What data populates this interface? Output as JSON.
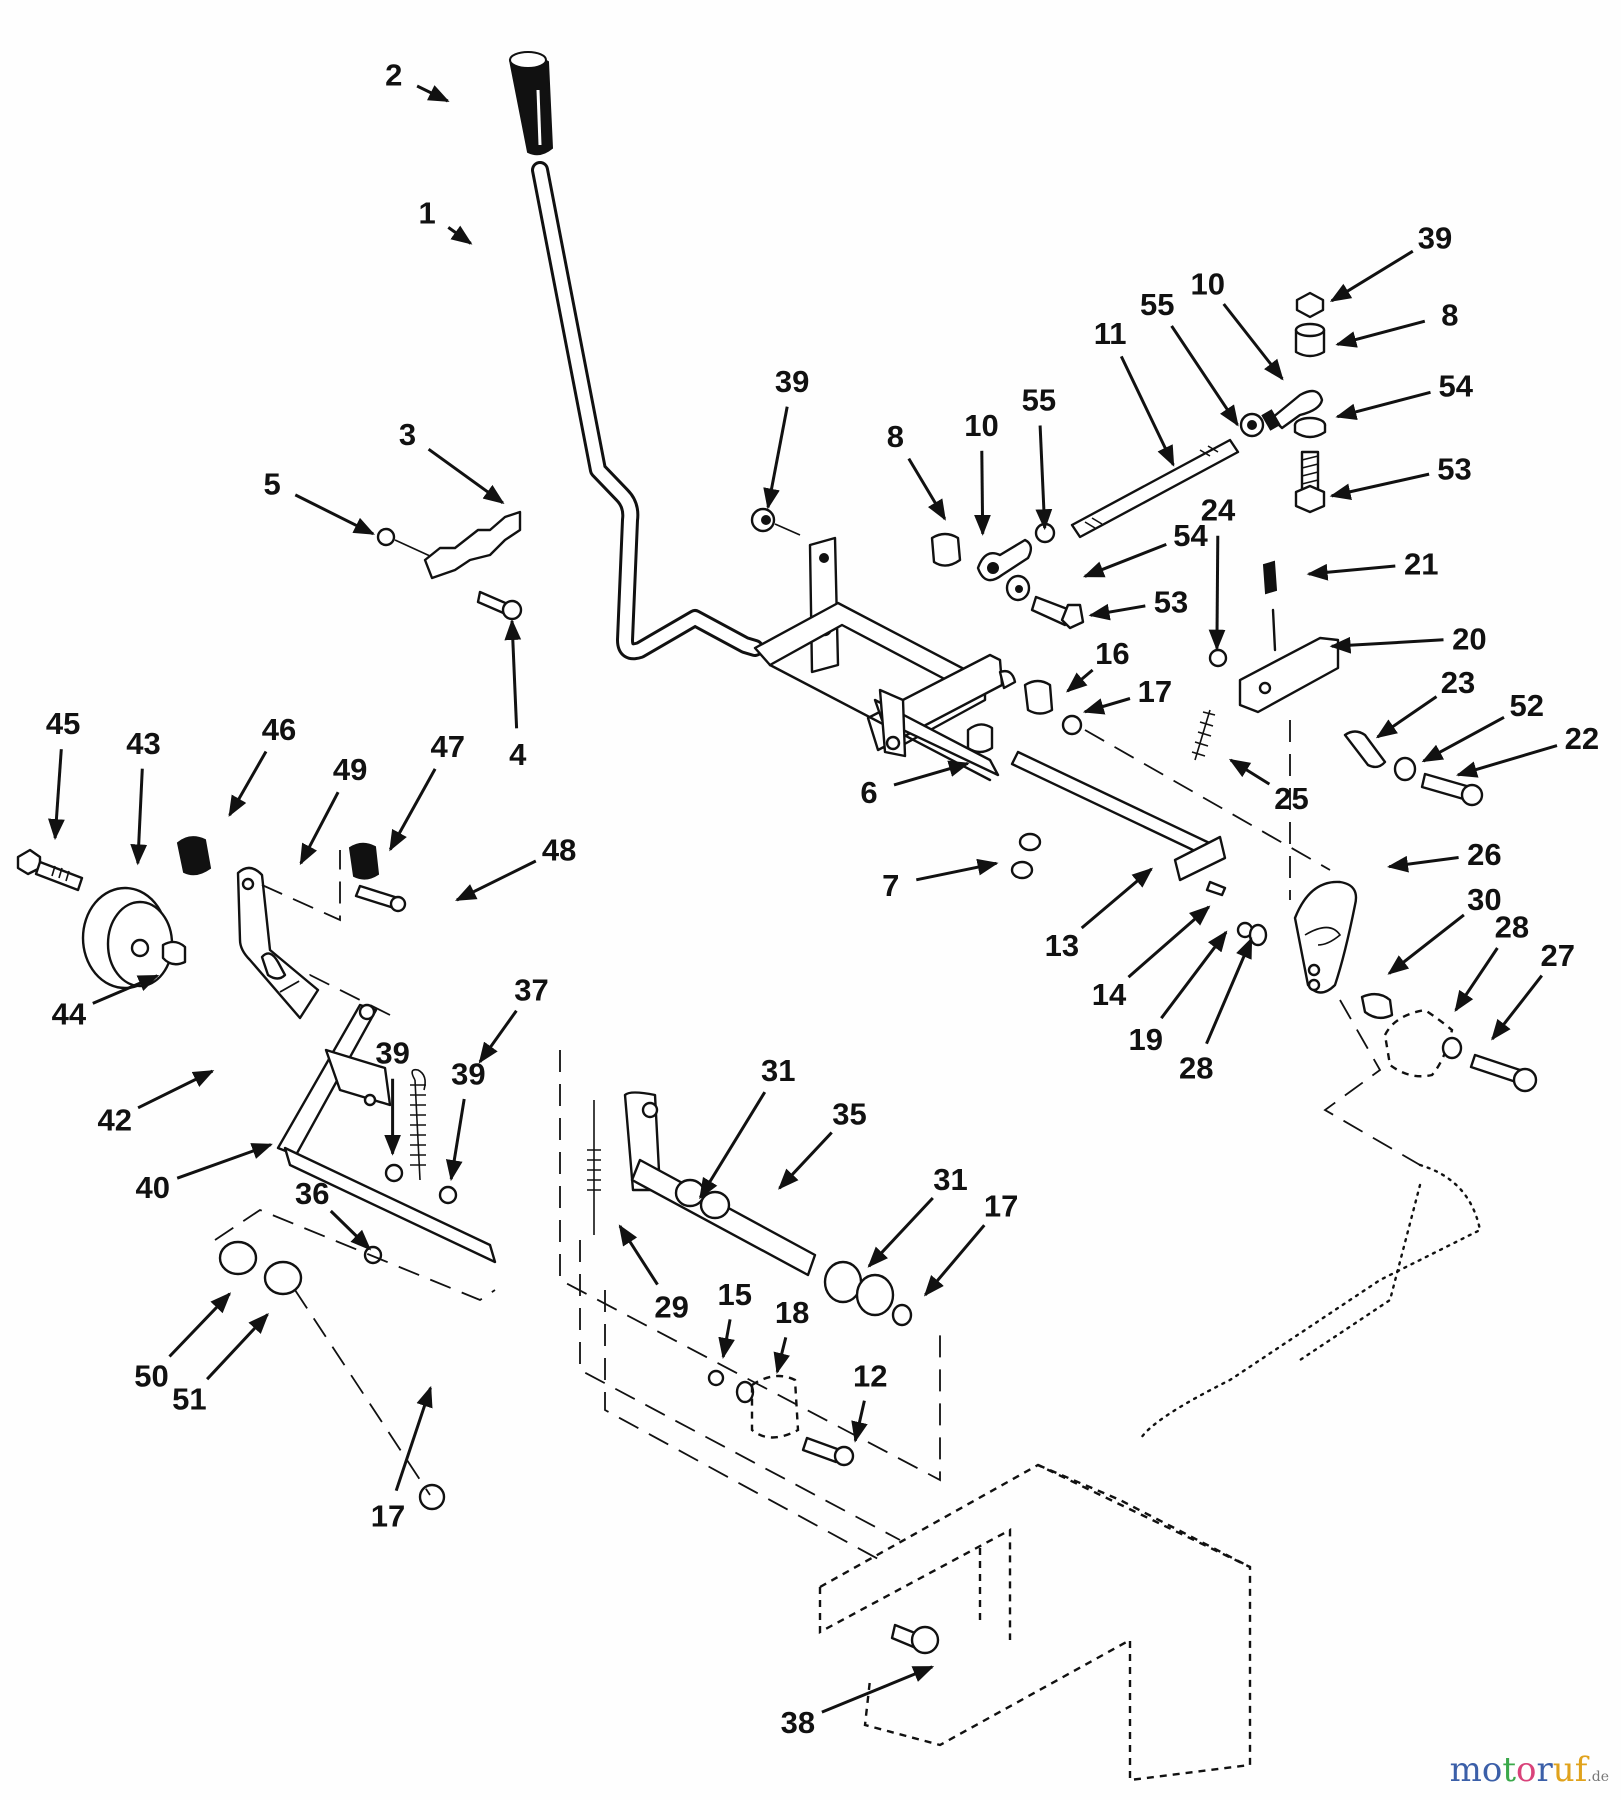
{
  "title": "Transmission / drive control linkage exploded parts diagram",
  "watermark": {
    "letters": [
      {
        "ch": "m",
        "color": "#3b5fa8"
      },
      {
        "ch": "o",
        "color": "#3b5fa8"
      },
      {
        "ch": "t",
        "color": "#3aa84a"
      },
      {
        "ch": "o",
        "color": "#d9427a"
      },
      {
        "ch": "r",
        "color": "#3b5fa8"
      },
      {
        "ch": "u",
        "color": "#e0a21c"
      },
      {
        "ch": "f",
        "color": "#e0a21c"
      }
    ],
    "tld": ".de"
  },
  "callouts": [
    {
      "id": "c2",
      "label": "2",
      "part": "shift-knob"
    },
    {
      "id": "c1",
      "label": "1",
      "part": "shift-lever"
    },
    {
      "id": "c3",
      "label": "3",
      "part": "lever-guide-bracket"
    },
    {
      "id": "c5",
      "label": "5",
      "part": "locknut"
    },
    {
      "id": "c4",
      "label": "4",
      "part": "bolt"
    },
    {
      "id": "c39a",
      "label": "39",
      "part": "locknut"
    },
    {
      "id": "c8a",
      "label": "8",
      "part": "spacer"
    },
    {
      "id": "c10a",
      "label": "10",
      "part": "rod-end"
    },
    {
      "id": "c55a",
      "label": "55",
      "part": "jam-nut"
    },
    {
      "id": "c11",
      "label": "11",
      "part": "threaded-rod"
    },
    {
      "id": "c55b",
      "label": "55",
      "part": "jam-nut"
    },
    {
      "id": "c10b",
      "label": "10",
      "part": "rod-end"
    },
    {
      "id": "c39b",
      "label": "39",
      "part": "locknut"
    },
    {
      "id": "c8b",
      "label": "8",
      "part": "spacer"
    },
    {
      "id": "c54b",
      "label": "54",
      "part": "washer"
    },
    {
      "id": "c53b",
      "label": "53",
      "part": "bolt"
    },
    {
      "id": "c54a",
      "label": "54",
      "part": "washer"
    },
    {
      "id": "c53a",
      "label": "53",
      "part": "bolt"
    },
    {
      "id": "c24",
      "label": "24",
      "part": "locknut"
    },
    {
      "id": "c21",
      "label": "21",
      "part": "grip"
    },
    {
      "id": "c20",
      "label": "20",
      "part": "clevis-bracket"
    },
    {
      "id": "c16",
      "label": "16",
      "part": "bushing"
    },
    {
      "id": "c17a",
      "label": "17",
      "part": "retainer"
    },
    {
      "id": "c23",
      "label": "23",
      "part": "spacer"
    },
    {
      "id": "c52",
      "label": "52",
      "part": "washer"
    },
    {
      "id": "c22",
      "label": "22",
      "part": "bolt"
    },
    {
      "id": "c25",
      "label": "25",
      "part": "spring"
    },
    {
      "id": "c6",
      "label": "6",
      "part": "bushing"
    },
    {
      "id": "c7",
      "label": "7",
      "part": "retainer-rings"
    },
    {
      "id": "c13",
      "label": "13",
      "part": "shaft"
    },
    {
      "id": "c14",
      "label": "14",
      "part": "screw"
    },
    {
      "id": "c19",
      "label": "19",
      "part": "locknut"
    },
    {
      "id": "c28a",
      "label": "28",
      "part": "washer"
    },
    {
      "id": "c26",
      "label": "26",
      "part": "quadrant-plate"
    },
    {
      "id": "c30",
      "label": "30",
      "part": "bushing"
    },
    {
      "id": "c28b",
      "label": "28",
      "part": "washer"
    },
    {
      "id": "c27",
      "label": "27",
      "part": "bolt"
    },
    {
      "id": "c45",
      "label": "45",
      "part": "bolt"
    },
    {
      "id": "c43",
      "label": "43",
      "part": "idler-pulley"
    },
    {
      "id": "c46",
      "label": "46",
      "part": "bumper"
    },
    {
      "id": "c49",
      "label": "49",
      "part": "idler-arm"
    },
    {
      "id": "c47",
      "label": "47",
      "part": "bumper"
    },
    {
      "id": "c48",
      "label": "48",
      "part": "screw"
    },
    {
      "id": "c44",
      "label": "44",
      "part": "spacer"
    },
    {
      "id": "c37",
      "label": "37",
      "part": "spring"
    },
    {
      "id": "c39c",
      "label": "39",
      "part": "locknut"
    },
    {
      "id": "c39d",
      "label": "39",
      "part": "locknut"
    },
    {
      "id": "c42",
      "label": "42",
      "part": "pin"
    },
    {
      "id": "c40",
      "label": "40",
      "part": "pedal-shaft"
    },
    {
      "id": "c36",
      "label": "36",
      "part": "retainer"
    },
    {
      "id": "c31a",
      "label": "31",
      "part": "washers"
    },
    {
      "id": "c35",
      "label": "35",
      "part": "cross-shaft"
    },
    {
      "id": "c31b",
      "label": "31",
      "part": "washers"
    },
    {
      "id": "c17b",
      "label": "17",
      "part": "retainer"
    },
    {
      "id": "c29",
      "label": "29",
      "part": "spring"
    },
    {
      "id": "c15",
      "label": "15",
      "part": "locknut"
    },
    {
      "id": "c18",
      "label": "18",
      "part": "washer"
    },
    {
      "id": "c12",
      "label": "12",
      "part": "bolt"
    },
    {
      "id": "c50",
      "label": "50",
      "part": "washer"
    },
    {
      "id": "c51",
      "label": "51",
      "part": "bushing"
    },
    {
      "id": "c17c",
      "label": "17",
      "part": "retainer"
    },
    {
      "id": "c38",
      "label": "38",
      "part": "bolt"
    }
  ]
}
